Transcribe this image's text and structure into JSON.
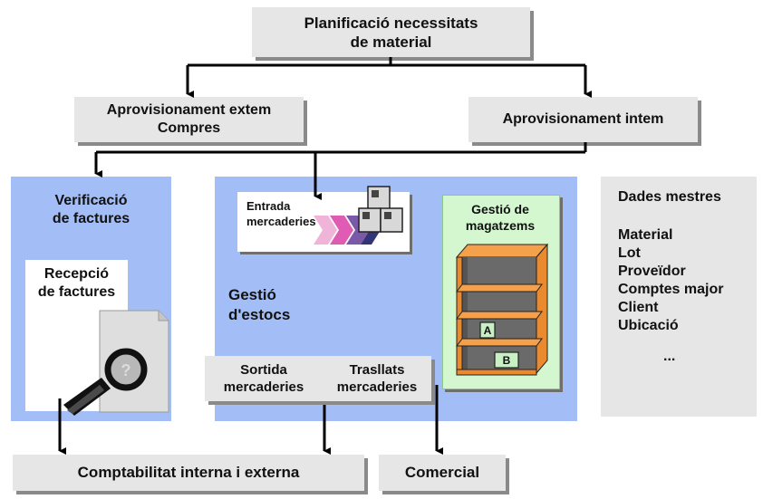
{
  "diagram": {
    "top": {
      "line1": "Planificació necessitats",
      "line2": "de material"
    },
    "extern": {
      "line1": "Aprovisionament extem",
      "line2": "Compres"
    },
    "intern": {
      "label": "Aprovisionament intem"
    },
    "verificacio": {
      "line1": "Verificació",
      "line2": "de factures"
    },
    "recepcio": {
      "line1": "Recepció",
      "line2": "de factures"
    },
    "entrada": {
      "line1": "Entrada",
      "line2": "mercaderies"
    },
    "gestio_estocs": {
      "line1": "Gestió",
      "line2": "d'estocs"
    },
    "gestio_magatzems": {
      "line1": "Gestió de",
      "line2": "magatzems"
    },
    "shelf_boxes": [
      "A",
      "B"
    ],
    "sortida": {
      "line1": "Sortida",
      "line2": "mercaderies"
    },
    "trasllats": {
      "line1": "Trasllats",
      "line2": "mercaderies"
    },
    "dades": {
      "title": "Dades mestres",
      "items": [
        "Material",
        "Lot",
        "Proveïdor",
        "Comptes major",
        "Client",
        "Ubicació"
      ],
      "more": "..."
    },
    "comptabilitat": {
      "label": "Comptabilitat interna i externa"
    },
    "comercial": {
      "label": "Comercial"
    }
  }
}
